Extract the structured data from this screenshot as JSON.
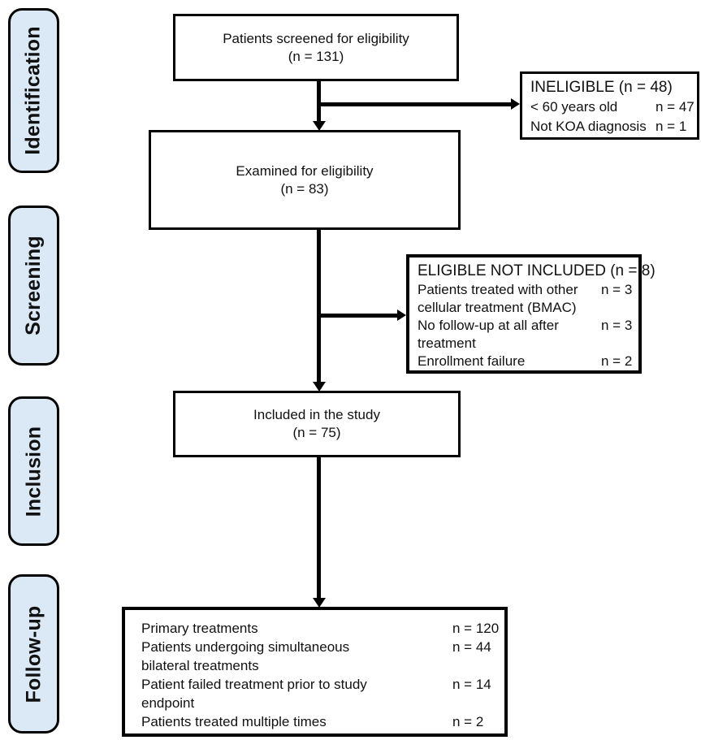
{
  "palette": {
    "stage_fill": "#dbe9f6",
    "stroke": "#000000",
    "background": "#ffffff"
  },
  "stages": [
    {
      "label": "Identification"
    },
    {
      "label": "Screening"
    },
    {
      "label": "Inclusion"
    },
    {
      "label": "Follow-up"
    }
  ],
  "flow_boxes": {
    "screened": {
      "line1": "Patients screened for eligibility",
      "line2": "(n = 131)"
    },
    "examined": {
      "line1": "Examined for eligibility",
      "line2": "(n = 83)"
    },
    "included": {
      "line1": "Included in the study",
      "line2": "(n = 75)"
    }
  },
  "side_boxes": {
    "ineligible": {
      "title": "INELIGIBLE (n = 48)",
      "items": [
        {
          "label": "< 60 years old",
          "value": "n = 47"
        },
        {
          "label": "Not KOA diagnosis",
          "value": "n = 1"
        }
      ]
    },
    "eligible_not_included": {
      "title": "ELIGIBLE NOT INCLUDED (n = 8)",
      "items": [
        {
          "label": "Patients treated with other\ncellular treatment (BMAC)",
          "value": "n = 3"
        },
        {
          "label": "No follow-up at all after\ntreatment",
          "value": "n = 3"
        },
        {
          "label": "Enrollment failure",
          "value": "n = 2"
        }
      ]
    }
  },
  "followup_box": {
    "items": [
      {
        "label": "Primary treatments",
        "value": "n = 120"
      },
      {
        "label": "Patients undergoing simultaneous\nbilateral treatments",
        "value": "n = 44"
      },
      {
        "label": "Patient failed treatment prior to study\nendpoint",
        "value": "n = 14"
      },
      {
        "label": "Patients treated multiple times",
        "value": "n = 2"
      }
    ]
  }
}
